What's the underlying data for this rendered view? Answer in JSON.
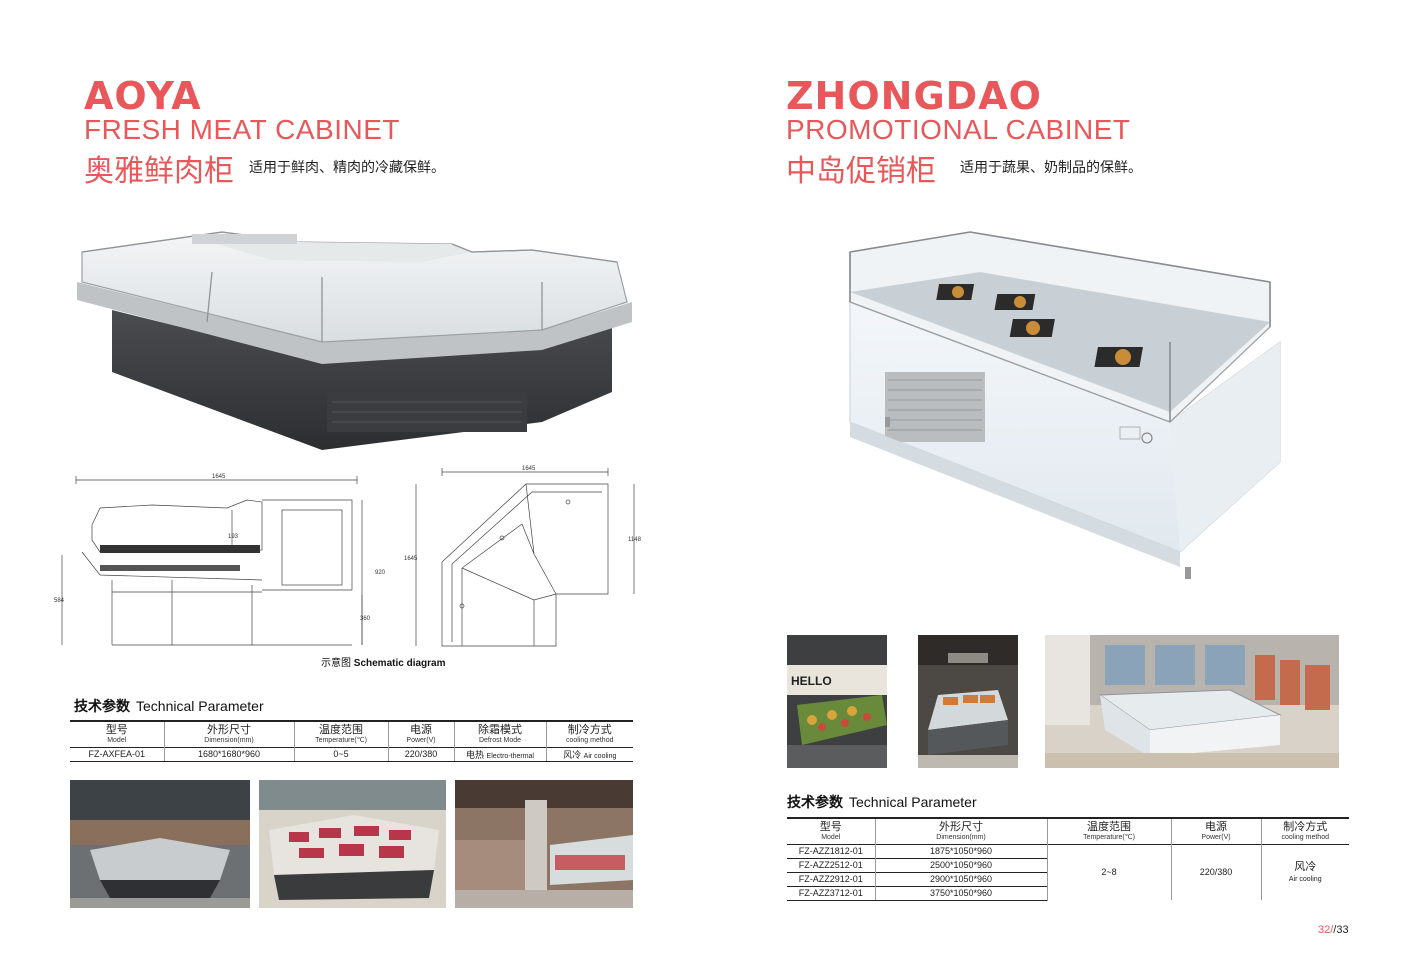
{
  "left": {
    "brand": "AOYA",
    "subtitle": "FRESH MEAT CABINET",
    "cn_title": "奥雅鲜肉柜",
    "cn_desc": "适用于鲜肉、精肉的冷藏保鲜。",
    "diagram": {
      "side_width": "1645",
      "inner_height": "193",
      "total_height": "920",
      "base_height": "584",
      "leg_height": "360",
      "top_width": "1645",
      "top_depth": "1645",
      "top_right": "1148",
      "caption_cn": "示意图",
      "caption_en": "Schematic diagram"
    },
    "tech": {
      "title_cn": "技术参数",
      "title_en": "Technical Parameter",
      "headers": [
        {
          "cn": "型号",
          "en": "Model"
        },
        {
          "cn": "外形尺寸",
          "en": "Dimension(mm)"
        },
        {
          "cn": "温度范围",
          "en": "Temperature(℃)"
        },
        {
          "cn": "电源",
          "en": "Power(V)"
        },
        {
          "cn": "除霜模式",
          "en": "Defrost Mode"
        },
        {
          "cn": "制冷方式",
          "en": "cooling method"
        }
      ],
      "row": {
        "model": "FZ-AXFEA-01",
        "dimension": "1680*1680*960",
        "temperature": "0~5",
        "power": "220/380",
        "defrost_cn": "电热",
        "defrost_en": "Electro-thermal",
        "cooling_cn": "风冷",
        "cooling_en": "Air cooling"
      }
    }
  },
  "right": {
    "brand": "ZHONGDAO",
    "subtitle": "PROMOTIONAL CABINET",
    "cn_title": "中岛促销柜",
    "cn_desc": "适用于蔬果、奶制品的保鲜。",
    "photo_sign": "HELLO",
    "tech": {
      "title_cn": "技术参数",
      "title_en": "Technical Parameter",
      "headers": [
        {
          "cn": "型号",
          "en": "Model"
        },
        {
          "cn": "外形尺寸",
          "en": "Dimension(mm)"
        },
        {
          "cn": "温度范围",
          "en": "Temperature(℃)"
        },
        {
          "cn": "电源",
          "en": "Power(V)"
        },
        {
          "cn": "制冷方式",
          "en": "cooling method"
        }
      ],
      "rows": [
        {
          "model": "FZ-AZZ1812-01",
          "dimension": "1875*1050*960"
        },
        {
          "model": "FZ-AZZ2512-01",
          "dimension": "2500*1050*960"
        },
        {
          "model": "FZ-AZZ2912-01",
          "dimension": "2900*1050*960"
        },
        {
          "model": "FZ-AZZ3712-01",
          "dimension": "3750*1050*960"
        }
      ],
      "temperature": "2~8",
      "power": "220/380",
      "cooling_cn": "风冷",
      "cooling_en": "Air cooling"
    }
  },
  "page": {
    "current": "32/",
    "total": "/33"
  },
  "colors": {
    "accent": "#e8585a"
  }
}
